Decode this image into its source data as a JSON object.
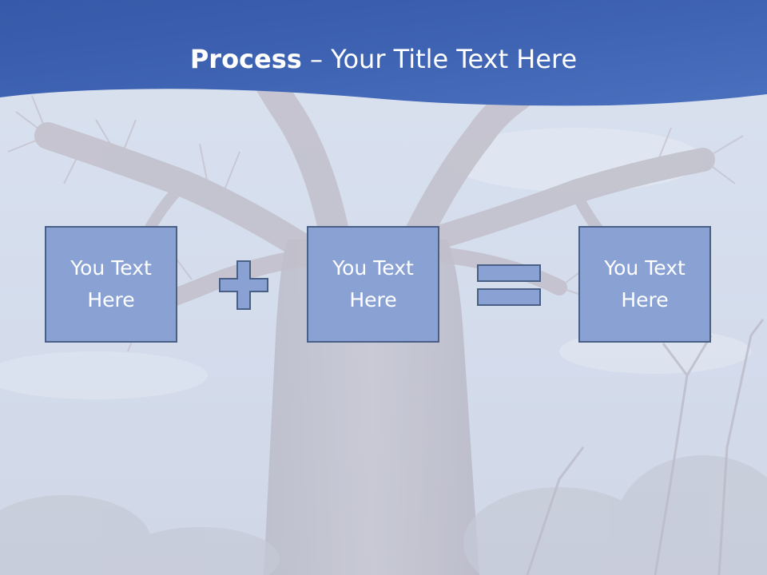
{
  "slide": {
    "title_bold": "Process",
    "title_rest": " – Your Title Text Here",
    "boxes": [
      {
        "text": "You Text Here"
      },
      {
        "text": "You Text Here"
      },
      {
        "text": "You Text Here"
      }
    ],
    "operators": [
      "plus-icon",
      "equals-icon"
    ]
  },
  "colors": {
    "header": "#3b5fad",
    "box_fill": "#8aa2d3",
    "box_border": "#4a5f86",
    "text": "#ffffff"
  }
}
